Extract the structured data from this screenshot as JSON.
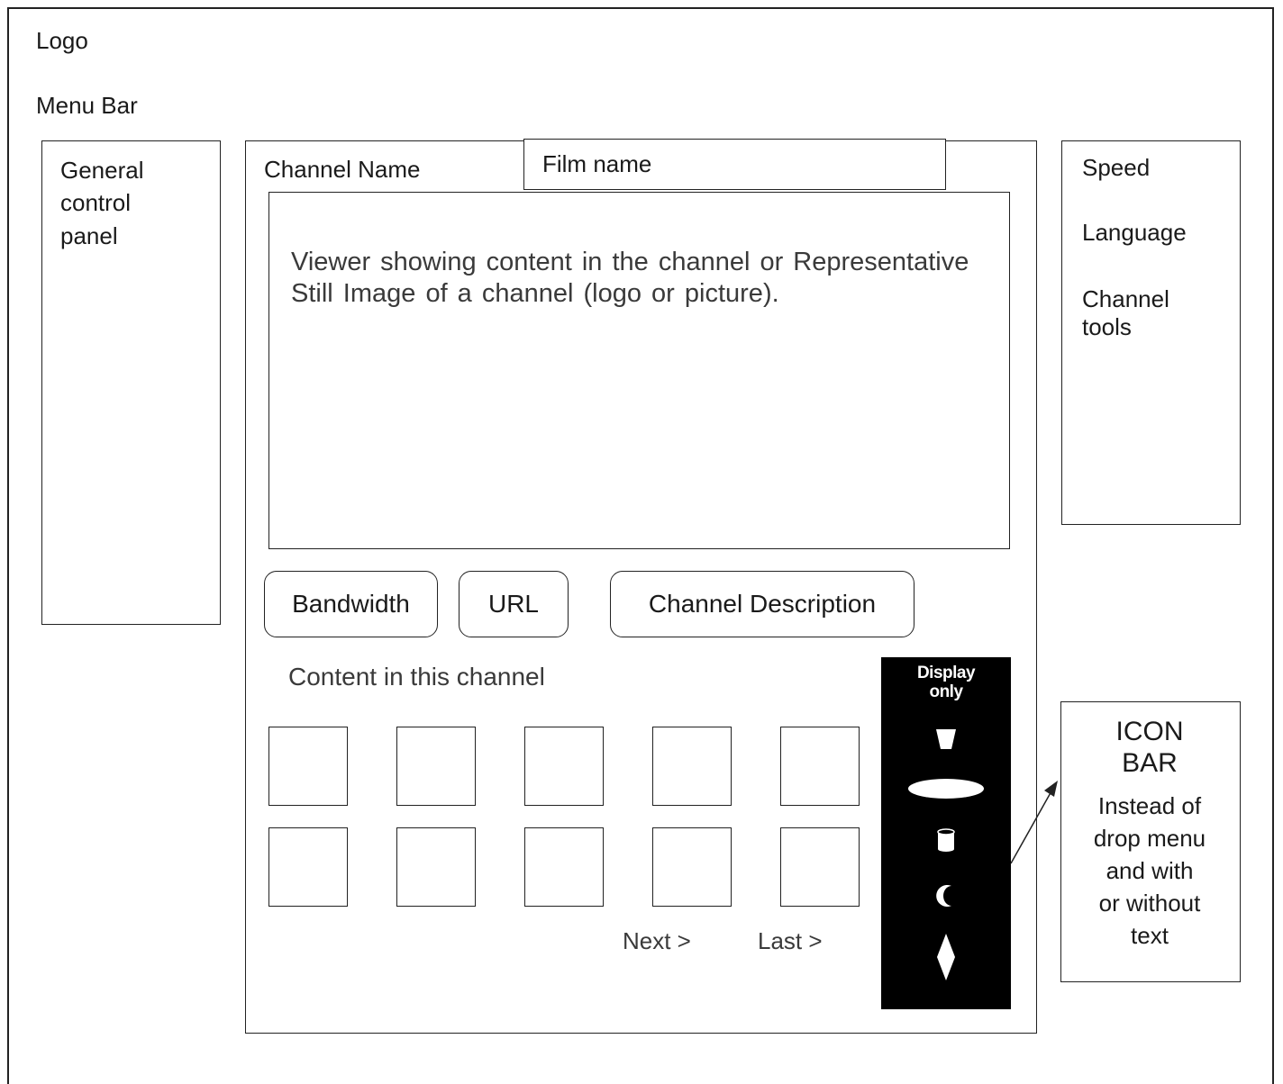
{
  "header": {
    "logo": "Logo",
    "menu_bar": "Menu Bar"
  },
  "left_panel": {
    "label": "General\ncontrol\npanel"
  },
  "main": {
    "channel_name": "Channel Name",
    "film_name": "Film name",
    "viewer_text": "Viewer showing content in the channel or Representative Still Image of a channel (logo or picture).",
    "buttons": {
      "bandwidth": "Bandwidth",
      "url": "URL",
      "channel_description": "Channel Description"
    },
    "content_heading": "Content in this channel",
    "pagination": {
      "next": "Next >",
      "last": "Last >"
    }
  },
  "right_panel": {
    "speed": "Speed",
    "language": "Language",
    "channel_tools": "Channel\ntools"
  },
  "icon_bar": {
    "label": "Display\nonly",
    "icons": [
      "bucket-icon",
      "ellipse-icon",
      "cylinder-icon",
      "crescent-moon-icon",
      "diamond-icon"
    ]
  },
  "icon_bar_note": {
    "title": "ICON\nBAR",
    "description": "Instead of\ndrop menu\nand with\nor without\ntext"
  }
}
